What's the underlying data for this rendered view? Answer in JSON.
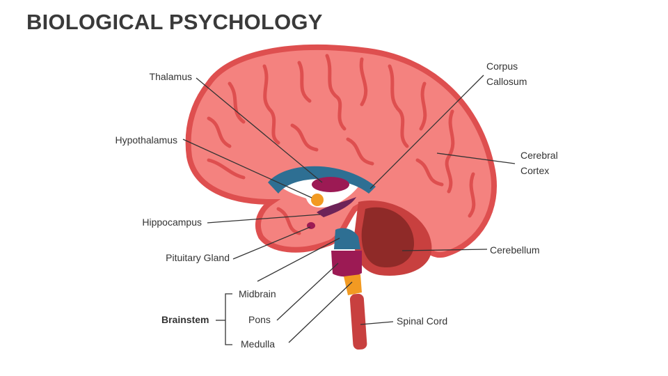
{
  "title": "BIOLOGICAL PSYCHOLOGY",
  "labels": {
    "thalamus": "Thalamus",
    "hypothalamus": "Hypothalamus",
    "hippocampus": "Hippocampus",
    "pituitary": "Pituitary Gland",
    "corpus_line1": "Corpus",
    "corpus_line2": "Callosum",
    "cortex_line1": "Cerebral",
    "cortex_line2": "Cortex",
    "cerebellum": "Cerebellum",
    "spinal_cord": "Spinal Cord",
    "brainstem": "Brainstem",
    "midbrain": "Midbrain",
    "pons": "Pons",
    "medulla": "Medulla"
  },
  "colors": {
    "cortex_fill": "#f4827f",
    "cortex_outline": "#de4f4f",
    "corpus_callosum": "#2e6f93",
    "thalamus": "#9c1a54",
    "hypothalamus": "#f29a22",
    "hippocampus": "#6d2358",
    "pituitary": "#9c1a54",
    "midbrain": "#2e6f93",
    "pons": "#9c1a54",
    "medulla": "#f29a22",
    "cerebellum_outer": "#c8403f",
    "cerebellum_inner": "#8f2a28",
    "spinal_cord": "#c8403f",
    "leader_line": "#333333"
  }
}
